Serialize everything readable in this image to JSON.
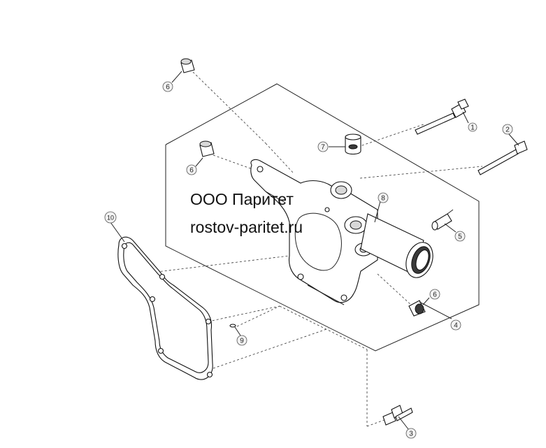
{
  "watermark": {
    "line1": "ООО Паритет",
    "line2": "rostov-paritet.ru"
  },
  "callouts": {
    "c1": "1",
    "c2": "2",
    "c3": "3",
    "c4": "4",
    "c5": "5",
    "c6a": "6",
    "c6b": "6",
    "c6c": "6",
    "c7": "7",
    "c8": "8",
    "c9": "9",
    "c10": "10"
  },
  "parts": {
    "bolt_1": "bolt-icon",
    "bolt_2": "bolt-icon",
    "bolt_3": "bolt-icon",
    "housing_4": "water-pump-housing-icon",
    "fitting_5": "fitting-icon",
    "dowel_6": "dowel-sleeve-icon",
    "plug_7": "plug-icon",
    "pipe_8": "pipe-icon",
    "pin_9": "pin-icon",
    "gasket_10": "gasket-icon"
  }
}
